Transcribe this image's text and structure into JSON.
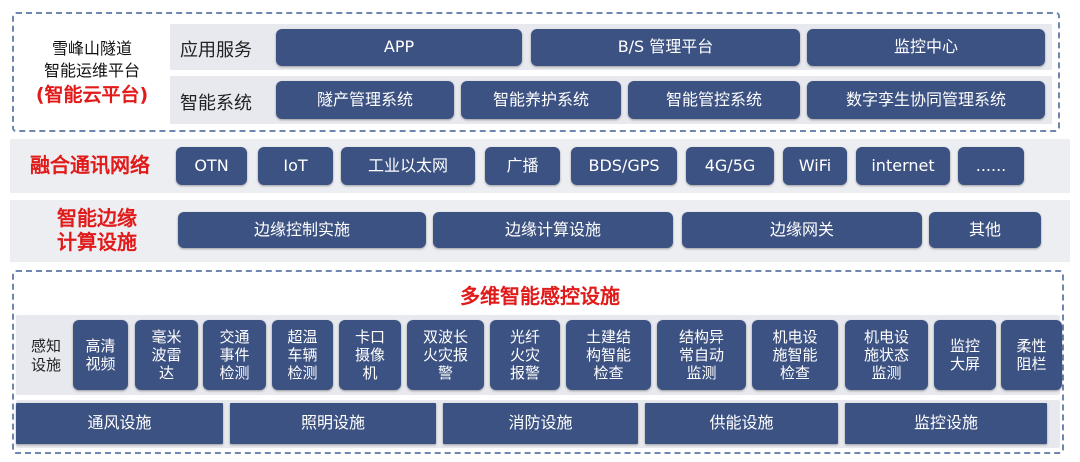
{
  "top": {
    "title_lines": [
      "雪峰山隧道",
      "智能运维平台",
      "(智能云平台)"
    ],
    "rows": [
      {
        "label": "应用服务",
        "items": [
          "APP",
          "B/S 管理平台",
          "监控中心"
        ]
      },
      {
        "label": "智能系统",
        "items": [
          "隧产管理系统",
          "智能养护系统",
          "智能管控系统",
          "数字孪生协同管理系统"
        ]
      }
    ]
  },
  "network": {
    "label": "融合通讯网络",
    "items": [
      "OTN",
      "IoT",
      "工业以太网",
      "广播",
      "BDS/GPS",
      "4G/5G",
      "WiFi",
      "internet",
      "......"
    ]
  },
  "edge": {
    "label_lines": [
      "智能边缘",
      "计算设施"
    ],
    "items": [
      "边缘控制实施",
      "边缘计算设施",
      "边缘网关",
      "其他"
    ]
  },
  "sensing": {
    "title": "多维智能感控设施",
    "side_label": [
      "感知",
      "设施"
    ],
    "items": [
      [
        "高清",
        "视频"
      ],
      [
        "毫米",
        "波雷",
        "达"
      ],
      [
        "交通",
        "事件",
        "检测"
      ],
      [
        "超温",
        "车辆",
        "检测"
      ],
      [
        "卡口",
        "摄像",
        "机"
      ],
      [
        "双波长",
        "火灾报",
        "警"
      ],
      [
        "光纤",
        "火灾",
        "报警"
      ],
      [
        "土建结",
        "构智能",
        "检查"
      ],
      [
        "结构异",
        "常自动",
        "监测"
      ],
      [
        "机电设",
        "施智能",
        "检查"
      ],
      [
        "机电设",
        "施状态",
        "监测"
      ],
      [
        "监控",
        "大屏"
      ],
      [
        "柔性",
        "阻栏"
      ]
    ],
    "facilities": [
      "通风设施",
      "照明设施",
      "消防设施",
      "供能设施",
      "监控设施"
    ]
  },
  "colors": {
    "box": "#3c5282",
    "accent_red": "#e11a1a",
    "band": "#e7e9ee",
    "dash": "#6f86b0"
  }
}
